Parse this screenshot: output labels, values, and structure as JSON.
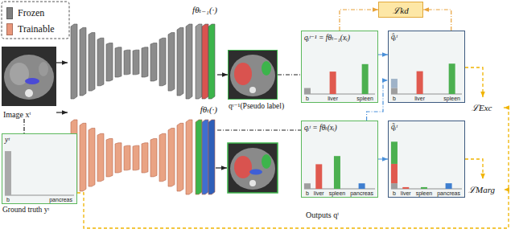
{
  "diagram": {
    "nodes": [
      {
        "text": [
          "Image xᵗ"
        ]
      },
      {
        "text": [
          "fθₜ₋₁(·)"
        ]
      },
      {
        "text": [
          "qᵗ⁻¹(Pseudo label)"
        ]
      },
      {
        "text": [
          "qᵢᵗ⁻¹ = fθₜ₋₁(xᵢ)",
          "b",
          "liver",
          "spleen"
        ]
      },
      {
        "text": [
          "ℒkd"
        ]
      },
      {
        "text": [
          "q̂ᵢᵗ",
          "b",
          "liver",
          "spleen"
        ]
      },
      {
        "text": [
          "fθₜ(·)"
        ]
      },
      {
        "text": [
          "qᵢᵗ = fθₜ(xᵢ)",
          "b",
          "liver",
          "spleen",
          "pancreas"
        ]
      },
      {
        "text": [
          "q̃ᵢᵗ",
          "b",
          "liver",
          "spleen",
          "pancreas"
        ]
      },
      {
        "text": [
          "yᵗ",
          "b",
          "pancreas",
          "Ground truth yᵗ"
        ]
      }
    ],
    "edges": [
      {
        "from": 0,
        "to": 1,
        "arrow": "to"
      },
      {
        "from": 0,
        "to": 6,
        "arrow": "to"
      },
      {
        "from": 1,
        "to": 2,
        "arrow": "to"
      },
      {
        "from": 2,
        "to": 3,
        "arrow": "none"
      },
      {
        "from": 3,
        "to": 4,
        "arrow": "to"
      },
      {
        "from": 5,
        "to": 4,
        "arrow": "to"
      },
      {
        "from": 3,
        "to": 5,
        "arrow": "to"
      },
      {
        "from": 7,
        "to": 5,
        "arrow": "to"
      },
      {
        "from": 7,
        "to": 8,
        "arrow": "to"
      },
      {
        "from": 6,
        "to": 7,
        "arrow": "none"
      },
      {
        "from": 0,
        "to": 9,
        "arrow": "none"
      }
    ],
    "labels": [
      "ℒExc",
      "ℒMarg",
      "Outputs qᵗ"
    ],
    "legend": [
      {
        "text": "Frozen",
        "color": "#7f7f7f"
      },
      {
        "text": "Trainable",
        "color": "#e8967a"
      }
    ]
  }
}
